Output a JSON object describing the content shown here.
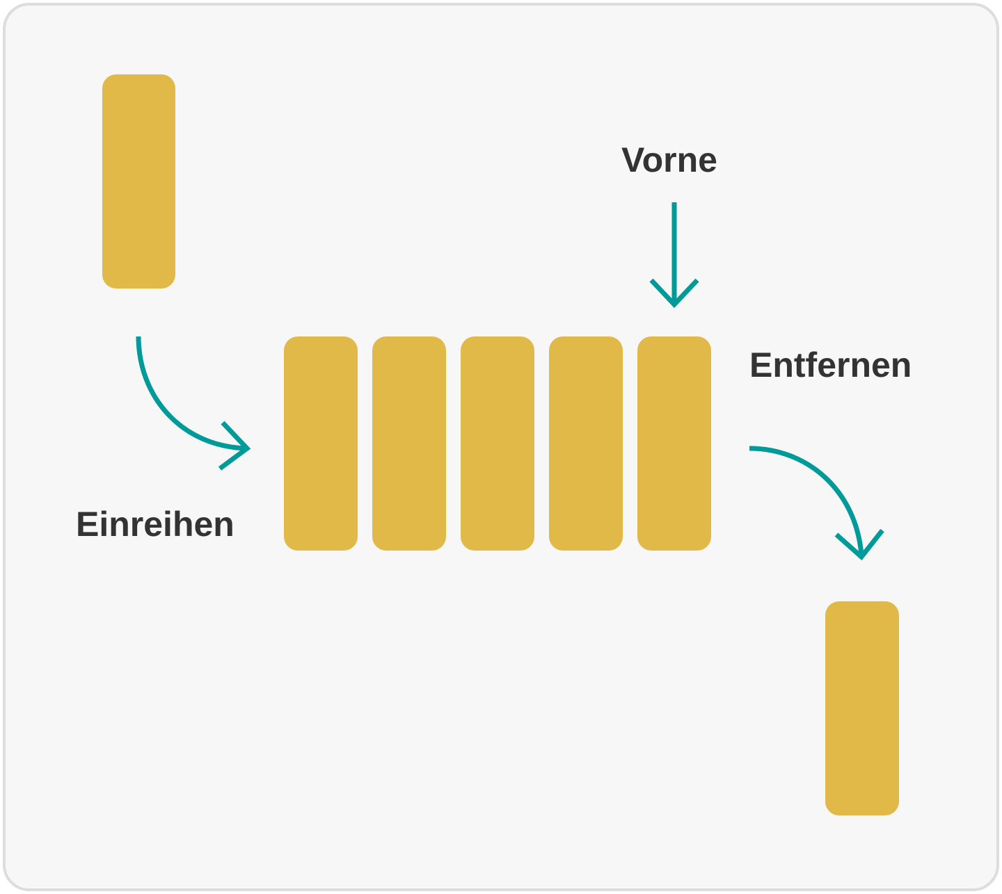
{
  "labels": {
    "front": "Vorne",
    "dequeue": "Entfernen",
    "enqueue": "Einreihen"
  },
  "queue": {
    "item_count": 5
  },
  "colors": {
    "block": "#e1b948",
    "arrow": "#009a9a",
    "text": "#333333",
    "background": "#f7f7f7",
    "border": "#dddddd"
  }
}
